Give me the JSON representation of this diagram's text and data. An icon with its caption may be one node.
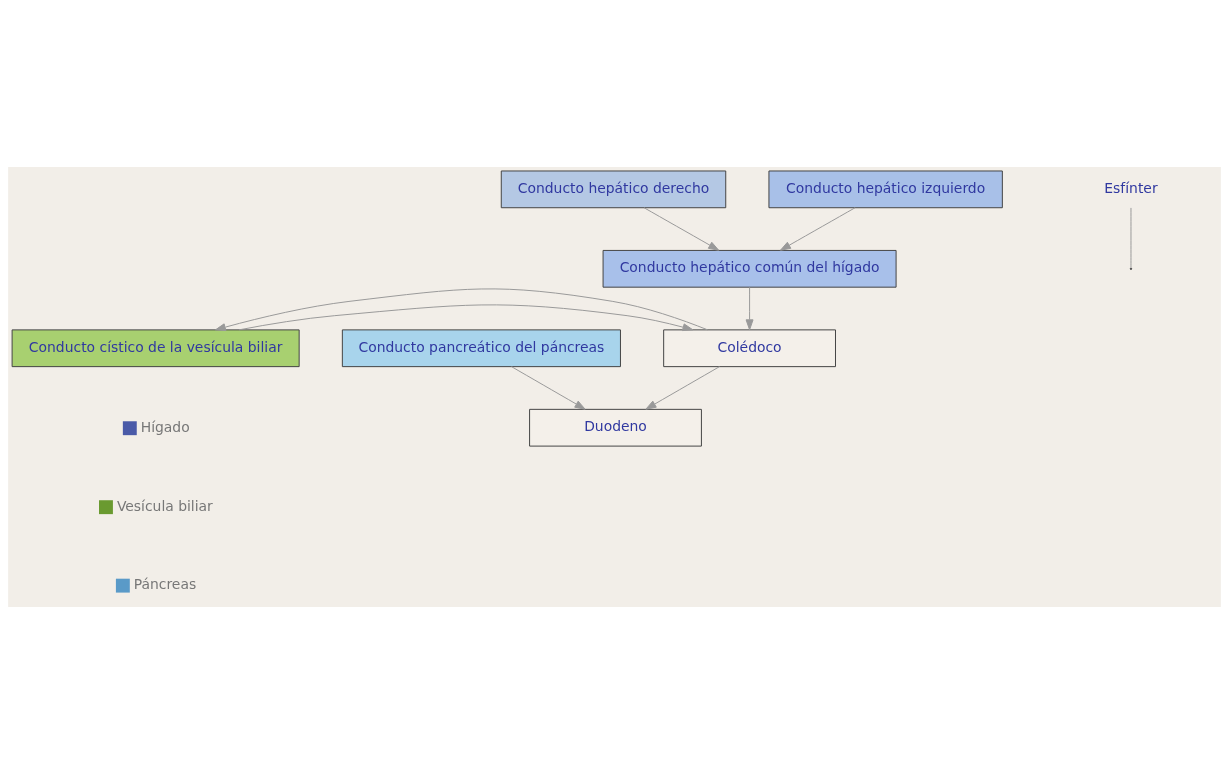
{
  "diagram": {
    "nodes": [
      {
        "text": [
          "Conducto hepático derecho"
        ]
      },
      {
        "text": [
          "Conducto hepático izquierdo"
        ]
      },
      {
        "text": [
          "Conducto hepático común del hígado"
        ]
      },
      {
        "text": [
          "Conducto cístico de la vesícula biliar"
        ]
      },
      {
        "text": [
          "Colédoco"
        ]
      },
      {
        "text": [
          "Conducto pancreático del páncreas"
        ]
      },
      {
        "text": [
          "Esfínter"
        ]
      },
      {
        "text": [
          "Duodeno"
        ]
      }
    ],
    "edges": [
      {
        "from": 0,
        "to": 2,
        "arrow": "to"
      },
      {
        "from": 1,
        "to": 2,
        "arrow": "to"
      },
      {
        "from": 2,
        "to": 4,
        "arrow": "to"
      },
      {
        "from": 3,
        "to": 4,
        "arrow": "to"
      },
      {
        "from": 4,
        "to": 3,
        "arrow": "to"
      },
      {
        "from": 5,
        "to": 7,
        "arrow": "to"
      },
      {
        "from": 4,
        "to": 7,
        "arrow": "to"
      },
      {
        "from": 6,
        "to": null,
        "arrow": "none"
      }
    ],
    "legend": [
      {
        "text": "Hígado",
        "color": "#4a5aa8"
      },
      {
        "text": "Vesícula biliar",
        "color": "#6a9a30"
      },
      {
        "text": "Páncreas",
        "color": "#5a9ac8"
      }
    ]
  }
}
